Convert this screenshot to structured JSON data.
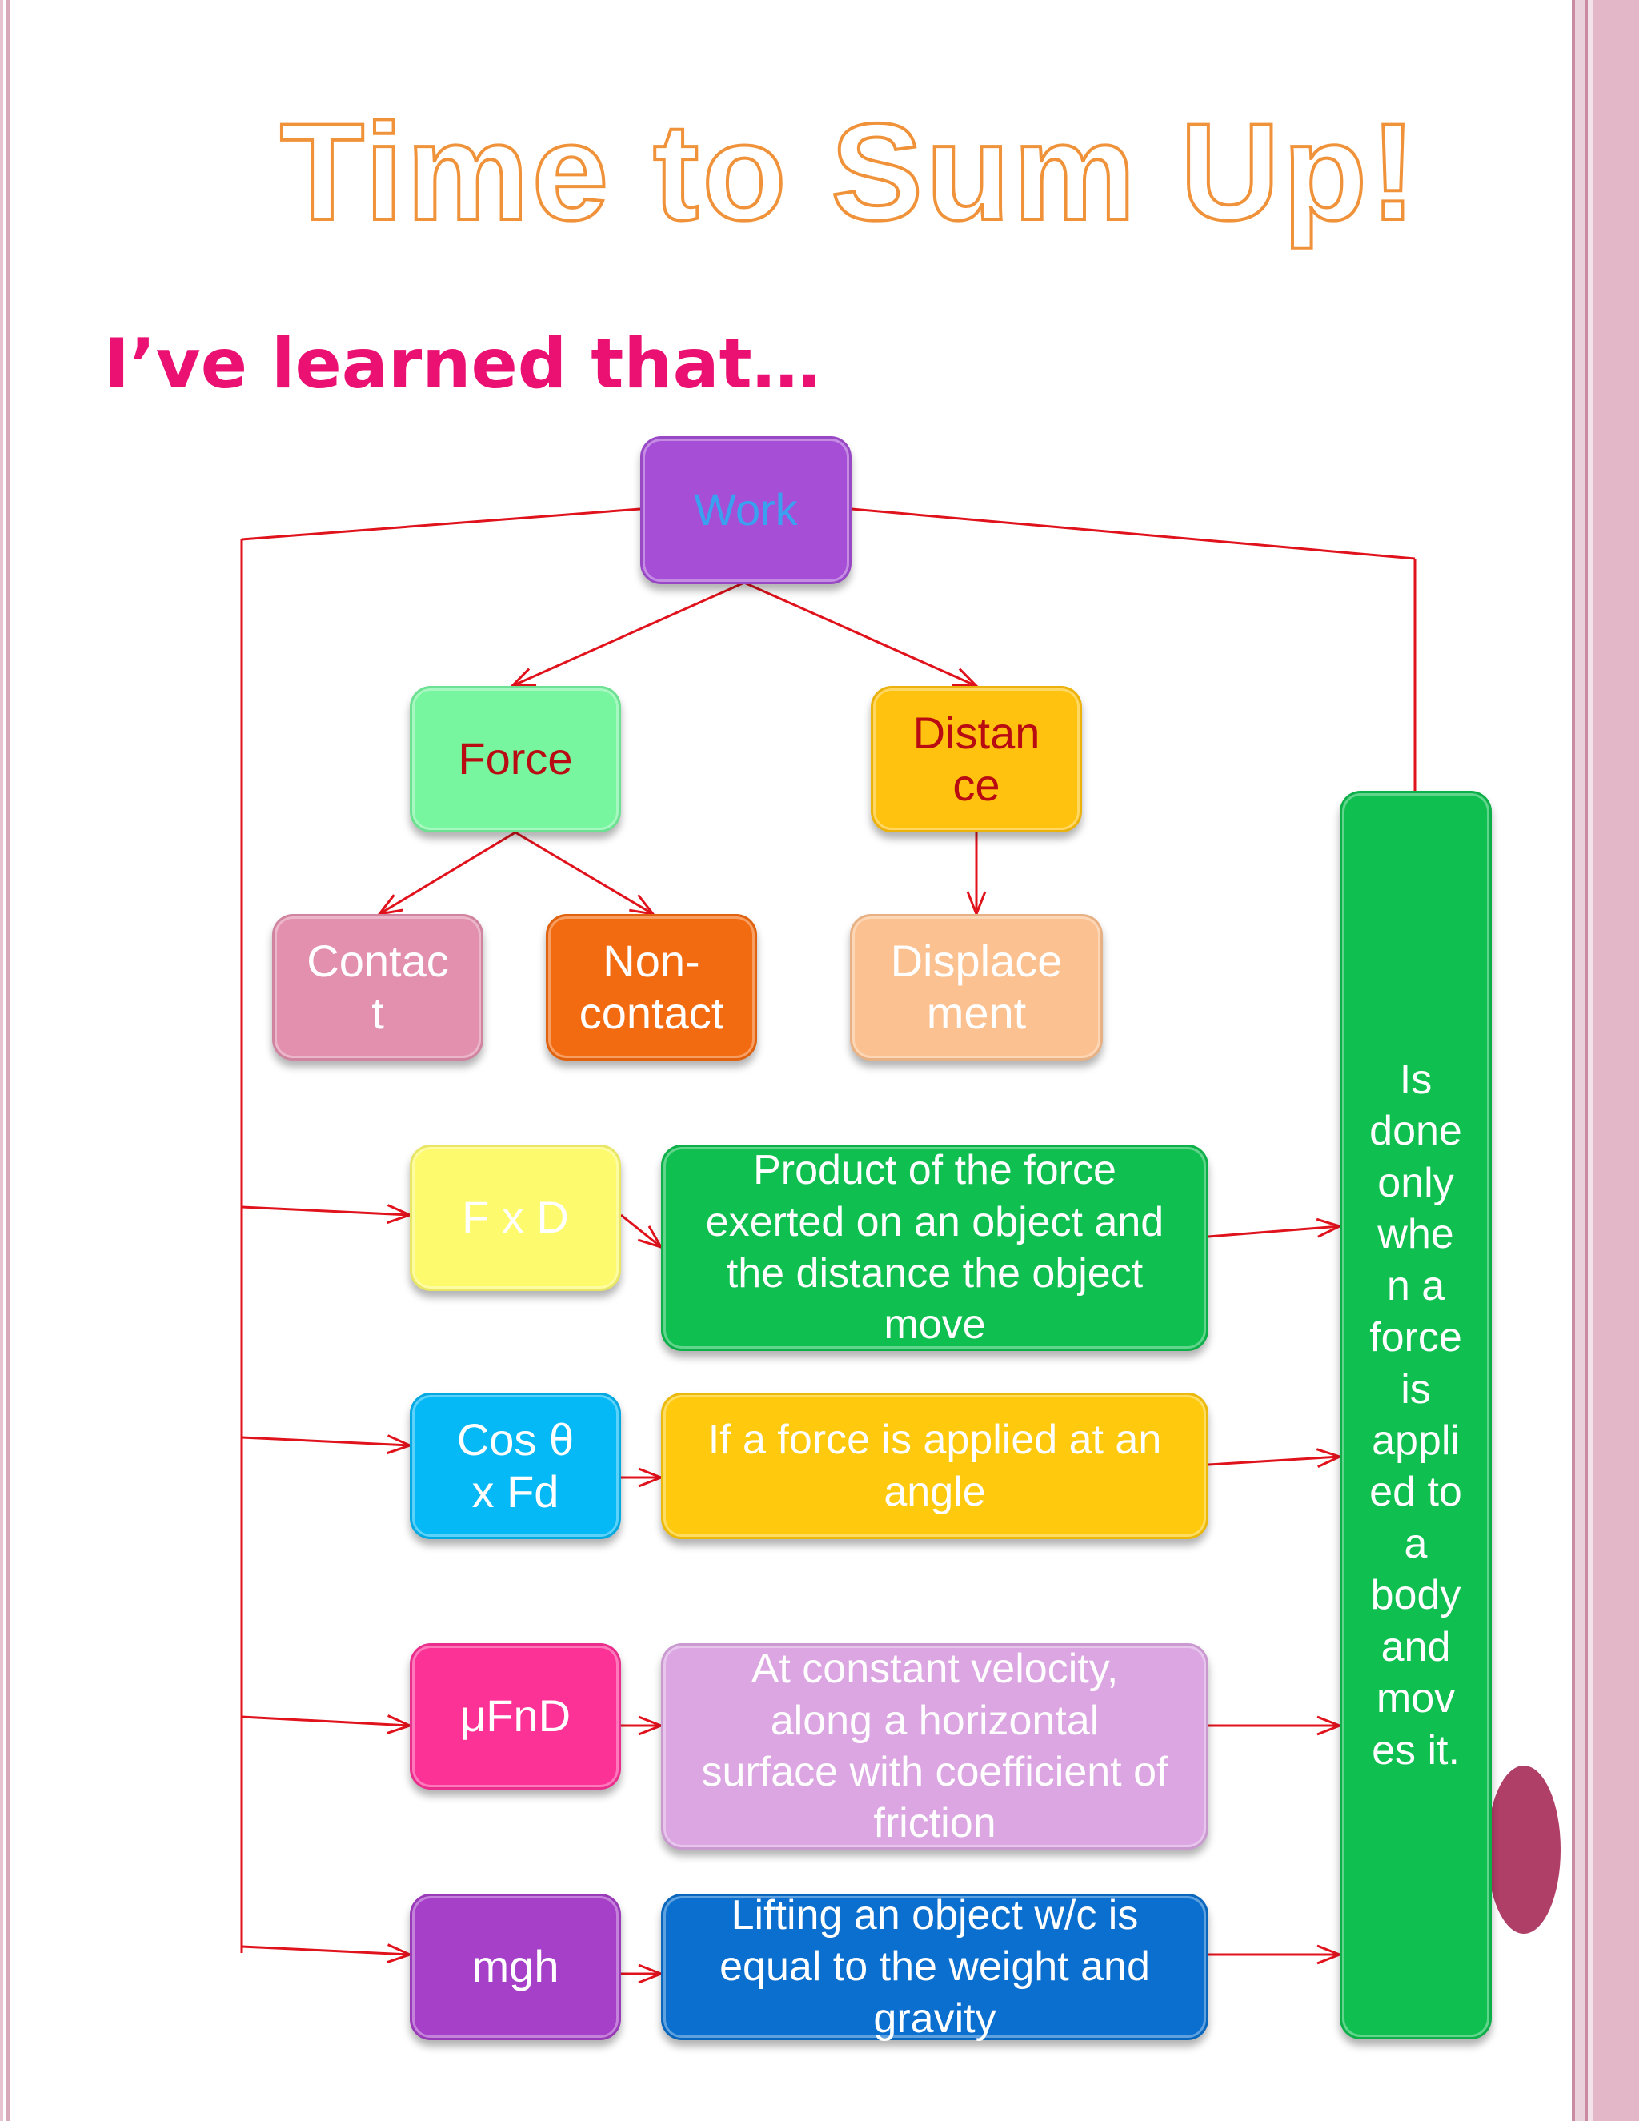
{
  "title": "Time to Sum Up!",
  "subtitle": "I’ve learned that…",
  "colors": {
    "title_outline": "#f0923a",
    "subtitle": "#ea1173",
    "connector": "#e0121c",
    "frame": "#e3b7c7",
    "accent_oval": "#b03f68"
  },
  "nodes": {
    "work": {
      "label": "Work",
      "fill": "#a64fd6",
      "text_color": "#3aa0f0"
    },
    "force": {
      "label": "Force",
      "fill": "#77f59f",
      "text_color": "#b80c12"
    },
    "distance": {
      "label": "Distan\nce",
      "fill": "#ffc20e",
      "text_color": "#b80c12"
    },
    "contact": {
      "label": "Contac\nt",
      "fill": "#e290ad",
      "text_color": "#ffffff"
    },
    "non_contact": {
      "label": "Non-\ncontact",
      "fill": "#f36b10",
      "text_color": "#ffffff"
    },
    "displacement": {
      "label": "Displace\nment",
      "fill": "#fcc190",
      "text_color": "#ffffff"
    },
    "fxd": {
      "label": "F x D",
      "fill": "#fdfa6e",
      "text_color": "#ffffff"
    },
    "fxd_desc": {
      "label": "Product of the force\nexerted on an object and\nthe distance the object\nmove",
      "fill": "#0fbf4f",
      "text_color": "#ffffff"
    },
    "cos": {
      "label": "Cos θ\nx Fd",
      "fill": "#05b8f6",
      "text_color": "#ffffff"
    },
    "cos_desc": {
      "label": "If a force is applied at an\nangle",
      "fill": "#ffc90e",
      "text_color": "#ffffff"
    },
    "ufnd": {
      "label": "μFnD",
      "fill": "#fd3297",
      "text_color": "#ffffff"
    },
    "ufnd_desc": {
      "label": "At constant velocity,\nalong a horizontal\nsurface with coefficient of\nfriction",
      "fill": "#dba6e2",
      "text_color": "#ffffff"
    },
    "mgh": {
      "label": "mgh",
      "fill": "#a640c8",
      "text_color": "#ffffff"
    },
    "mgh_desc": {
      "label": "Lifting an object w/c is\nequal to the weight and\ngravity",
      "fill": "#0a6fce",
      "text_color": "#ffffff"
    },
    "conclusion": {
      "label": "Is\ndone\nonly\nwhe\nn a\nforce\nis\nappli\ned to\na\nbody\nand\nmov\nes it.",
      "fill": "#0fbf4f",
      "text_color": "#ffffff"
    }
  }
}
